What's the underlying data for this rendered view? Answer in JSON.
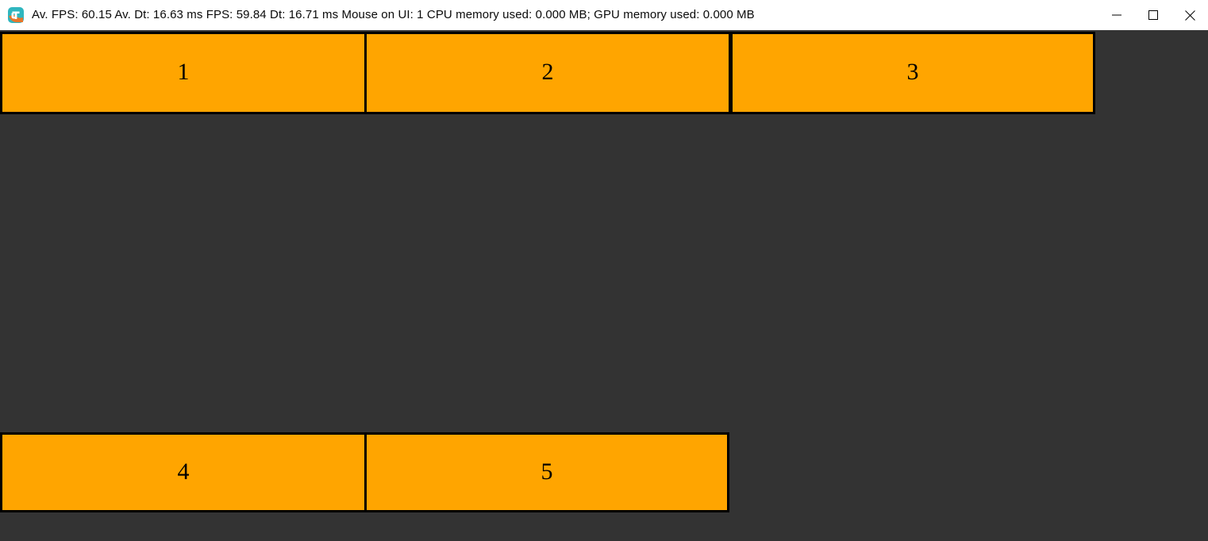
{
  "window": {
    "title": "Av. FPS: 60.15 Av. Dt: 16.63 ms FPS: 59.84 Dt: 16.71 ms Mouse on UI: 1 CPU memory used: 0.000 MB; GPU memory used: 0.000 MB",
    "icon_name": "app-logo-icon",
    "background_color": "#333333",
    "titlebar_color": "#ffffff"
  },
  "stats": {
    "av_fps_label": "Av. FPS:",
    "av_fps_value": "60.15",
    "av_dt_label": "Av. Dt:",
    "av_dt_value": "16.63 ms",
    "fps_label": "FPS:",
    "fps_value": "59.84",
    "dt_label": "Dt:",
    "dt_value": "16.71 ms",
    "mouse_on_ui_label": "Mouse on UI:",
    "mouse_on_ui_value": "1",
    "cpu_memory_label": "CPU memory used:",
    "cpu_memory_value": "0.000 MB",
    "gpu_memory_label": "GPU memory used:",
    "gpu_memory_value": "0.000 MB"
  },
  "controls": {
    "minimize": "minimize-icon",
    "maximize": "maximize-icon",
    "close": "close-icon"
  },
  "panels": {
    "fill_color": "#ffa500",
    "border_color": "#000000",
    "row_top": [
      {
        "label": "1"
      },
      {
        "label": "2"
      },
      {
        "label": "3"
      }
    ],
    "row_bottom": [
      {
        "label": "4"
      },
      {
        "label": "5"
      }
    ]
  }
}
